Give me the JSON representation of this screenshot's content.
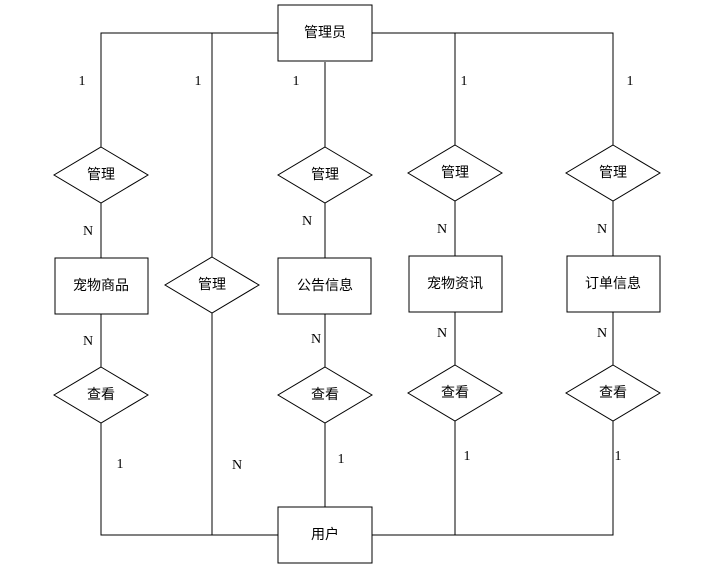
{
  "entities": {
    "admin": "管理员",
    "pet_goods": "宠物商品",
    "notice": "公告信息",
    "pet_news": "宠物资讯",
    "order": "订单信息",
    "user": "用户"
  },
  "relations": {
    "manage_goods": "管理",
    "manage_user": "管理",
    "manage_notice": "管理",
    "manage_news": "管理",
    "manage_order": "管理",
    "view_goods": "查看",
    "view_notice": "查看",
    "view_news": "查看",
    "view_order": "查看"
  },
  "cardinalities": {
    "admin_goods": "1",
    "admin_user": "1",
    "admin_notice": "1",
    "admin_news": "1",
    "admin_order": "1",
    "manage_goods_n": "N",
    "manage_notice_n": "N",
    "manage_news_n": "N",
    "manage_order_n": "N",
    "goods_view_n": "N",
    "notice_view_n": "N",
    "news_view_n": "N",
    "order_view_n": "N",
    "user_goods_1": "1",
    "user_manage_n": "N",
    "user_notice_1": "1",
    "user_news_1": "1",
    "user_order_1": "1"
  }
}
